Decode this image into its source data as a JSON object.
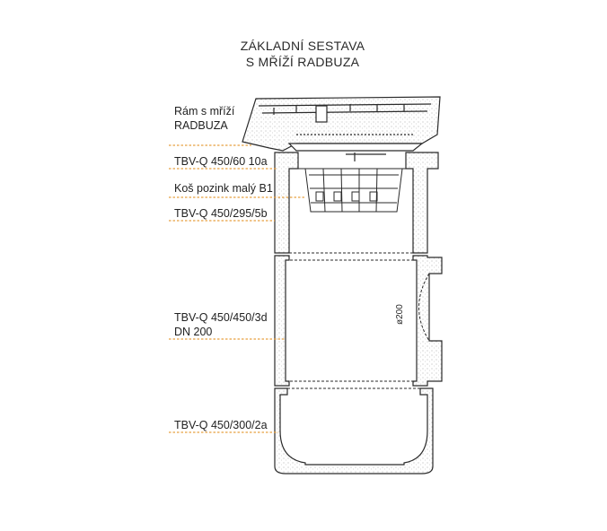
{
  "title": {
    "line1": "ZÁKLADNÍ SESTAVA",
    "line2": "S MŘÍŽÍ RADBUZA"
  },
  "labels": {
    "grate_frame_1": "Rám s mříží",
    "grate_frame_2": "RADBUZA",
    "ring_top": "TBV-Q 450/60 10a",
    "basket": "Koš pozink malý B1",
    "ring_upper": "TBV-Q 450/295/5b",
    "ring_middle_1": "TBV-Q 450/450/3d",
    "ring_middle_2": "DN 200",
    "bottom": "TBV-Q 450/300/2a"
  },
  "dimension": {
    "outlet": "ø200"
  },
  "colors": {
    "leader": "#e8a040",
    "line": "#2a2a2a",
    "hatch": "#9a9a9a"
  }
}
